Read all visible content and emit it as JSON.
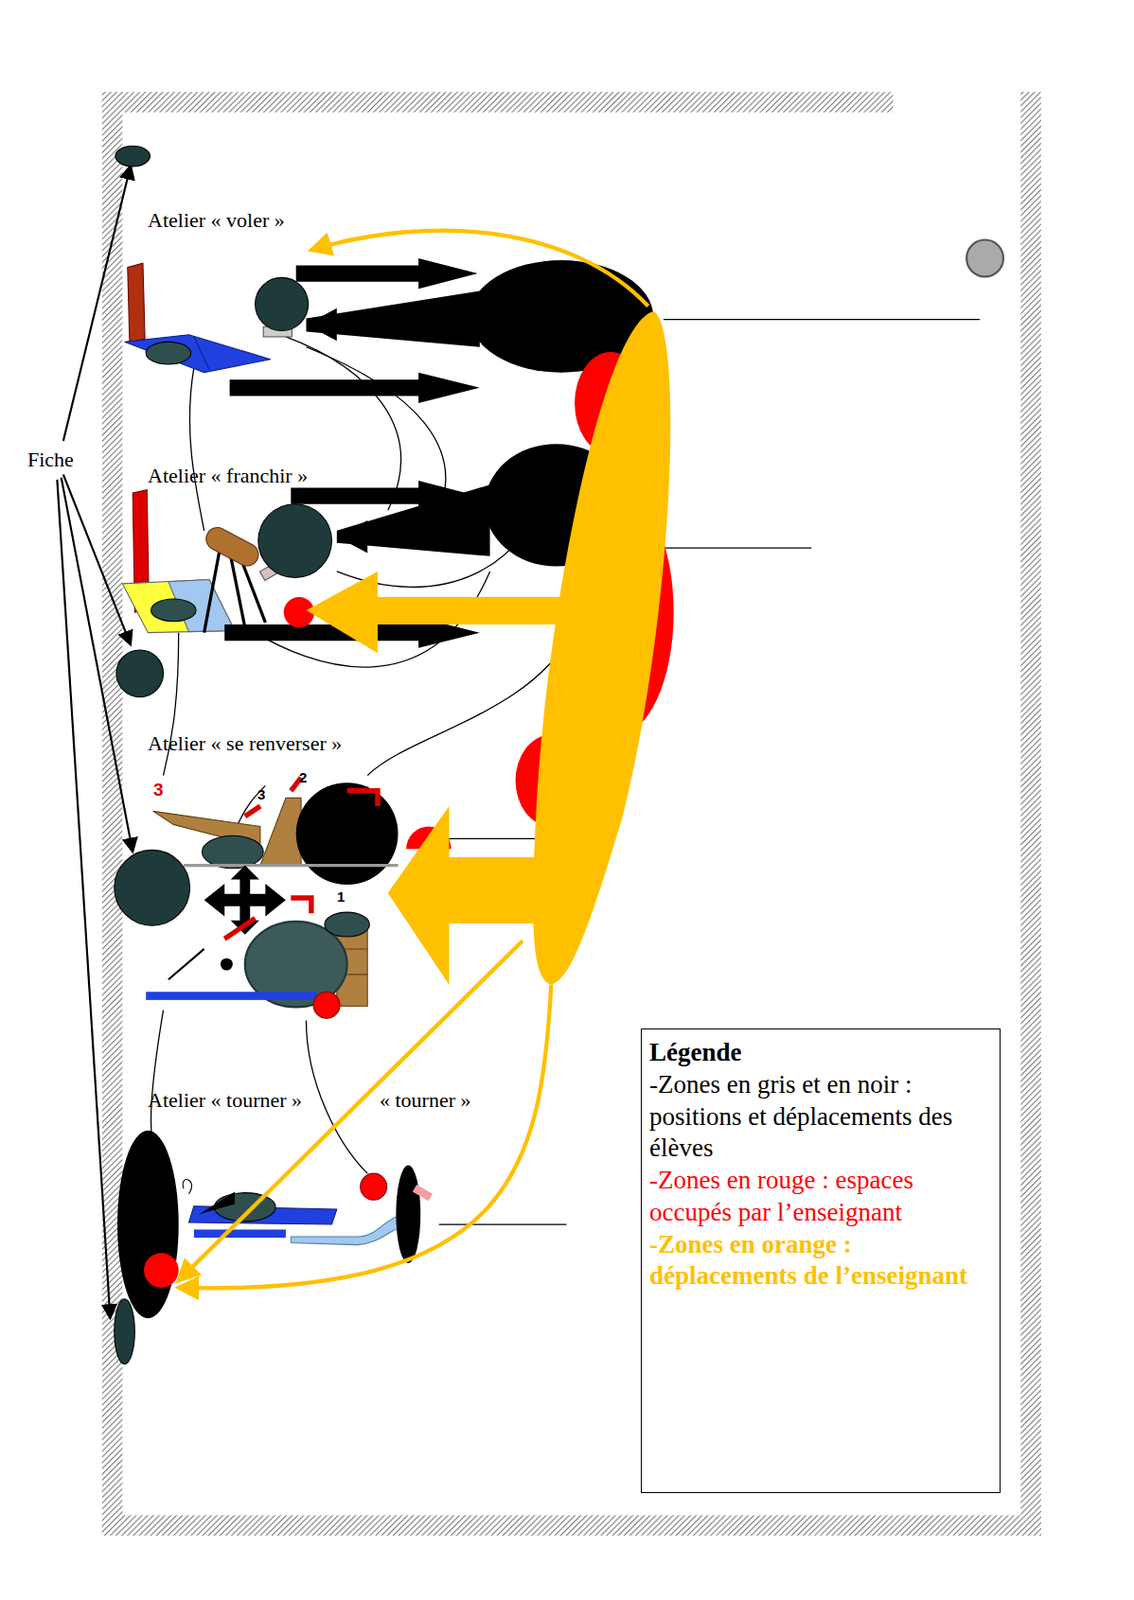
{
  "diagram": {
    "nodes": [
      {
        "text": [
          "Légende"
        ]
      }
    ],
    "labels": [
      "Fiche",
      "Atelier « voler »",
      "Atelier « franchir »",
      "Atelier « se renverser »",
      "3",
      "3",
      "2",
      "1",
      "Atelier « tourner »",
      "« tourner »"
    ],
    "legend": [
      {
        "text": "-Zones en gris et en noir : positions et déplacements des élèves",
        "color": "#000000"
      },
      {
        "text": "-Zones en rouge : espaces occupés par l’enseignant",
        "color": "#ff0000"
      },
      {
        "text": "-Zones en orange : déplacements de l’enseignant",
        "color": "#ffc000"
      }
    ]
  }
}
